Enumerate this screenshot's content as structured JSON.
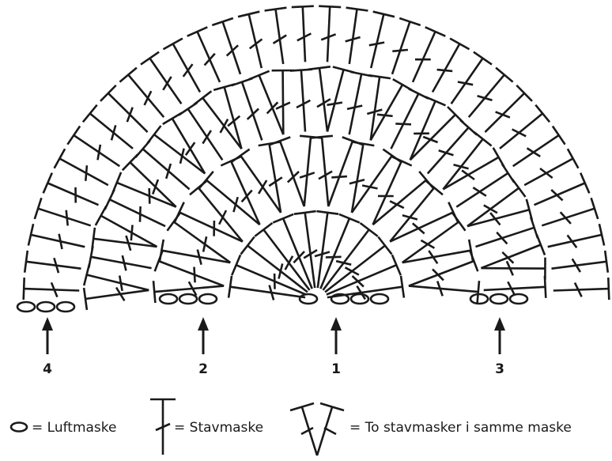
{
  "diagram": {
    "ink_color": "#1a1a1a",
    "background": "#ffffff",
    "row_start_labels": [
      "4",
      "2",
      "1",
      "3"
    ],
    "legend": [
      {
        "symbol": "chain-oval",
        "text": "= Luftmaske"
      },
      {
        "symbol": "double-crochet",
        "text": "= Stavmaske"
      },
      {
        "symbol": "two-dc-same-stitch",
        "text": "= To stavmasker i samme maske"
      }
    ]
  }
}
